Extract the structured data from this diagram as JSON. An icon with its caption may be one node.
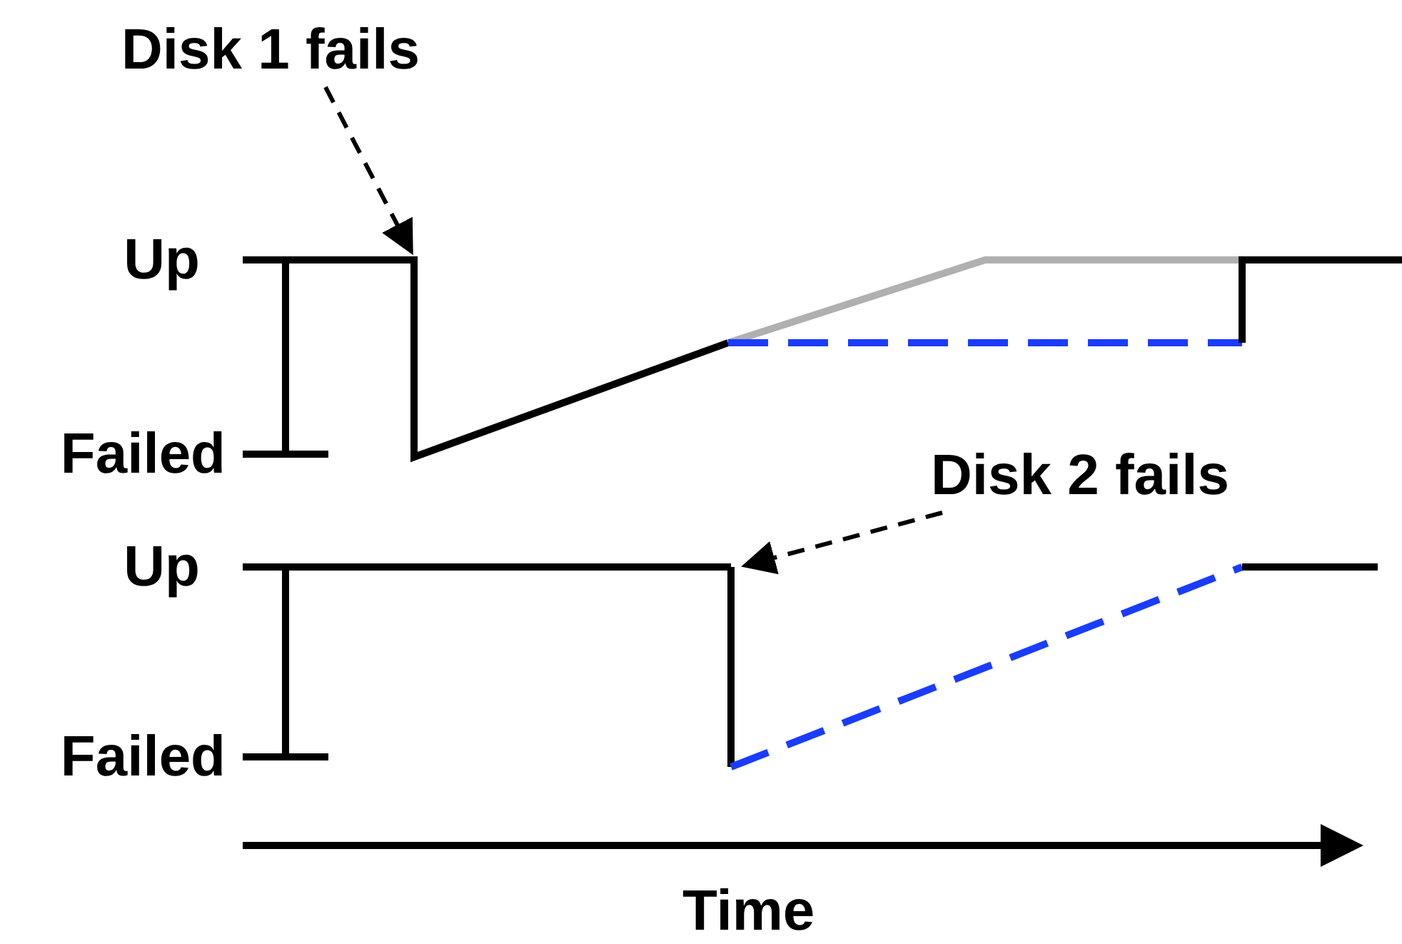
{
  "diagram": {
    "nodes": [
      {
        "text": [
          "Disk 1 fails"
        ]
      },
      {
        "text": [
          "Disk 2 fails"
        ]
      }
    ],
    "edges": [
      {
        "from": 0,
        "to": null,
        "arrow": "to",
        "style": "dashed"
      },
      {
        "from": 1,
        "to": null,
        "arrow": "to",
        "style": "dashed"
      }
    ],
    "labels": [
      "Up",
      "Failed",
      "Up",
      "Failed",
      "Time"
    ]
  }
}
